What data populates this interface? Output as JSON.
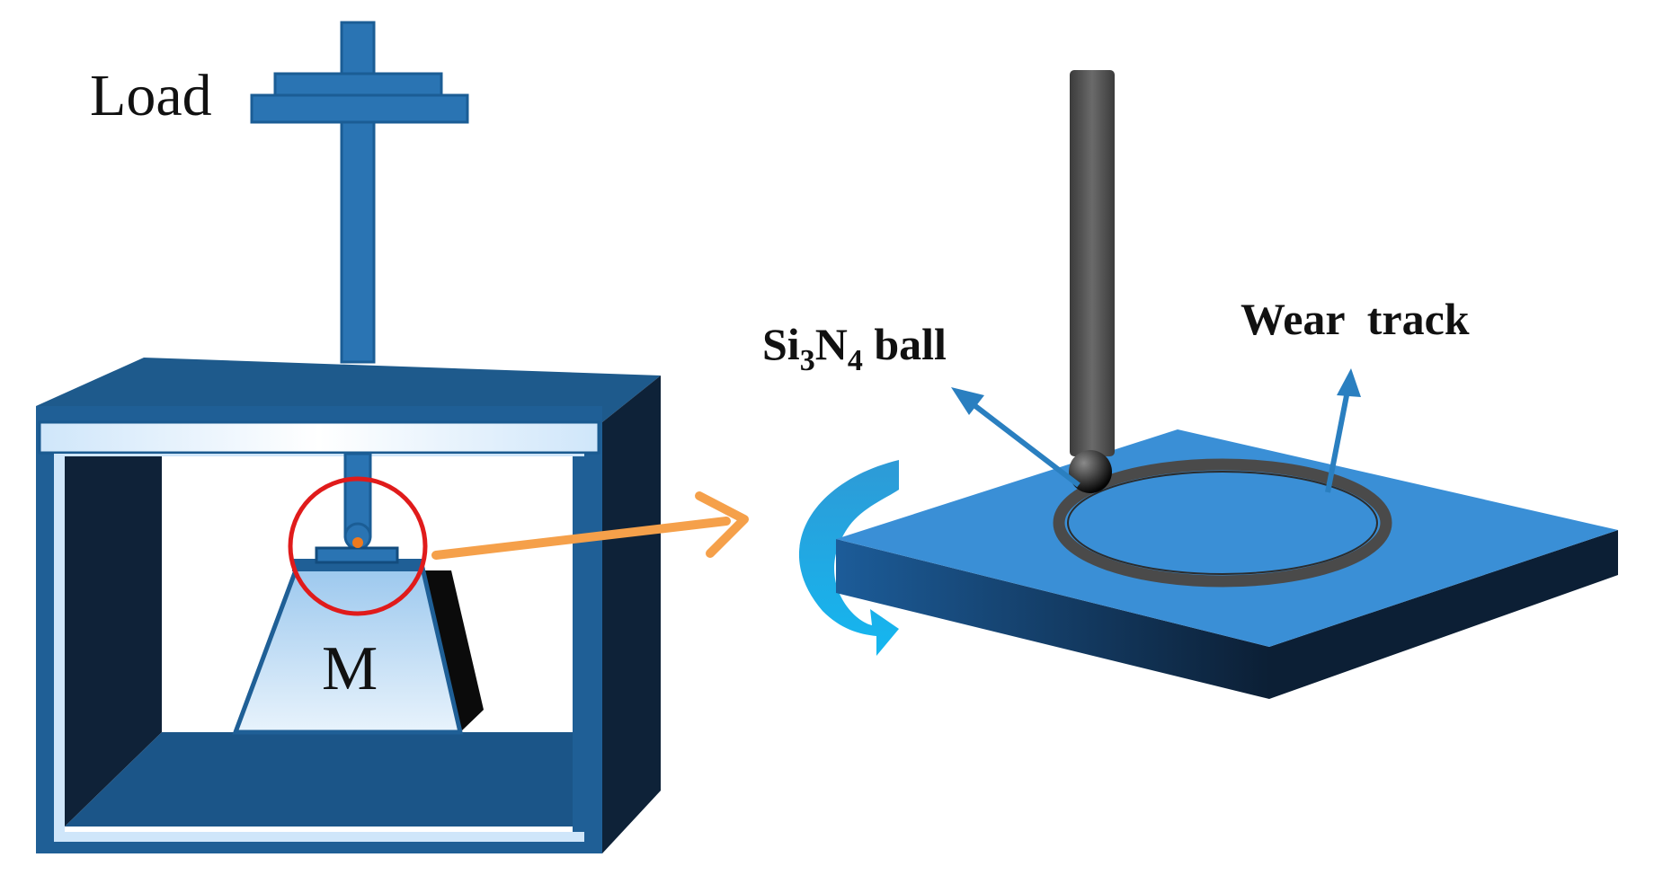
{
  "labels": {
    "load": "Load",
    "mass": "M",
    "ball_formula": {
      "element1": "Si",
      "sub1": "3",
      "element2": "N",
      "sub2": "4",
      "suffix": " ball"
    },
    "wear_track": "Wear  track"
  },
  "colors": {
    "frame_blue": "#1f5f96",
    "frame_dark": "#0e2238",
    "plate_blue": "#3a8fd6",
    "rod_gray": "#4a4a4a",
    "highlight_circle": "#e01b1b",
    "pointer_orange": "#f5a04a",
    "rotation_cyan": "#19a9e6",
    "annotation_arrow": "#2a7fc0"
  }
}
